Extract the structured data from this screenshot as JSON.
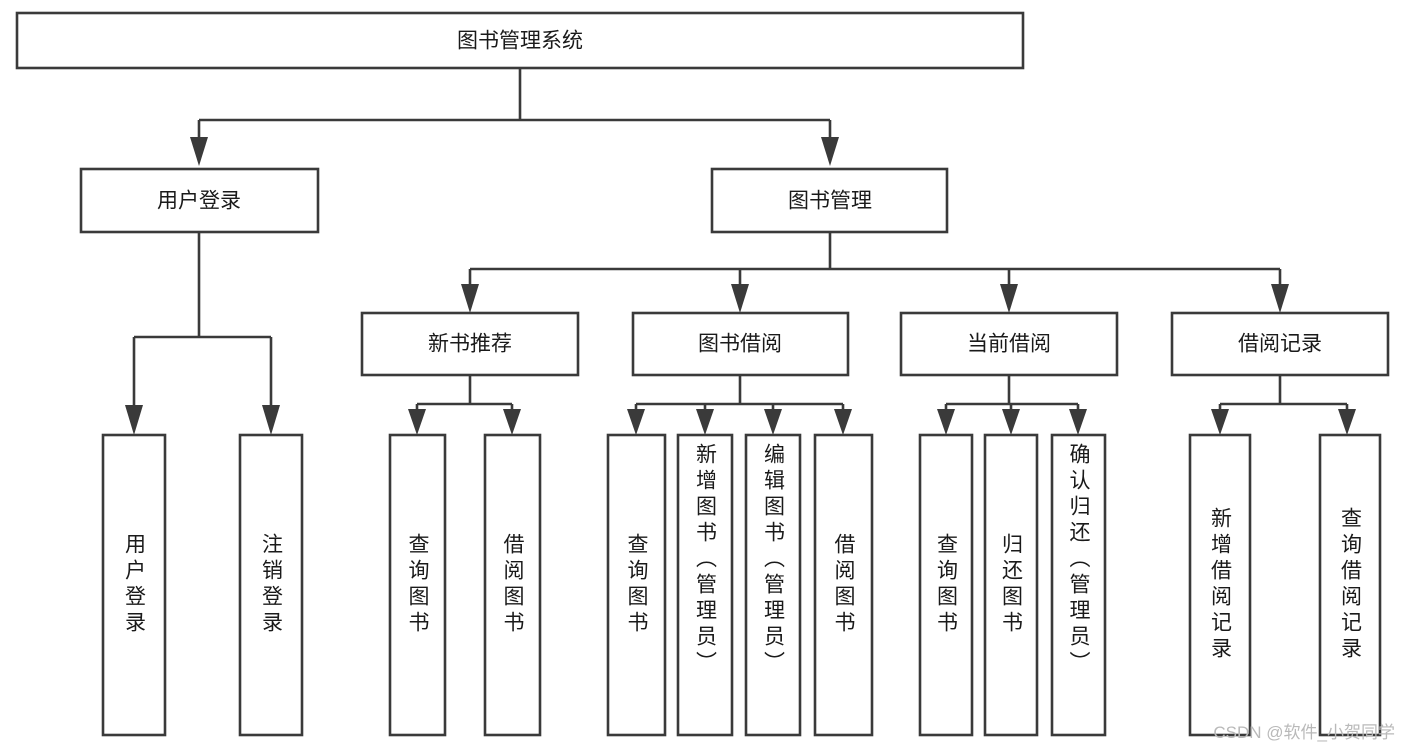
{
  "diagram": {
    "title": "图书管理系统",
    "type": "tree-hierarchy",
    "orientation": "top-down",
    "levels": 4,
    "colors": {
      "box_fill": "#ffffff",
      "box_stroke": "#3a3a3a",
      "edge": "#3a3a3a",
      "text": "#1a1a1a",
      "background": "#ffffff",
      "watermark": "#b9b9b9"
    },
    "root": {
      "label": "图书管理系统",
      "orientation": "horizontal"
    },
    "level2": [
      {
        "label": "用户登录",
        "orientation": "horizontal"
      },
      {
        "label": "图书管理",
        "orientation": "horizontal"
      }
    ],
    "level3": [
      {
        "label": "新书推荐",
        "orientation": "horizontal"
      },
      {
        "label": "图书借阅",
        "orientation": "horizontal"
      },
      {
        "label": "当前借阅",
        "orientation": "horizontal"
      },
      {
        "label": "借阅记录",
        "orientation": "horizontal"
      }
    ],
    "leaves": {
      "user_login": [
        {
          "label": "用户登录",
          "orientation": "vertical"
        },
        {
          "label": "注销登录",
          "orientation": "vertical"
        }
      ],
      "new_book_recommend": [
        {
          "label": "查询图书",
          "orientation": "vertical"
        },
        {
          "label": "借阅图书",
          "orientation": "vertical"
        }
      ],
      "book_borrow": [
        {
          "label": "查询图书",
          "orientation": "vertical"
        },
        {
          "label": "新增图书（管理员）",
          "orientation": "vertical"
        },
        {
          "label": "编辑图书（管理员）",
          "orientation": "vertical"
        },
        {
          "label": "借阅图书",
          "orientation": "vertical"
        }
      ],
      "current_borrow": [
        {
          "label": "查询图书",
          "orientation": "vertical"
        },
        {
          "label": "归还图书",
          "orientation": "vertical"
        },
        {
          "label": "确认归还（管理员）",
          "orientation": "vertical"
        }
      ],
      "borrow_records": [
        {
          "label": "新增借阅记录",
          "orientation": "vertical"
        },
        {
          "label": "查询借阅记录",
          "orientation": "vertical"
        }
      ]
    }
  },
  "watermark": {
    "text": "CSDN @软件_小贺同学"
  }
}
